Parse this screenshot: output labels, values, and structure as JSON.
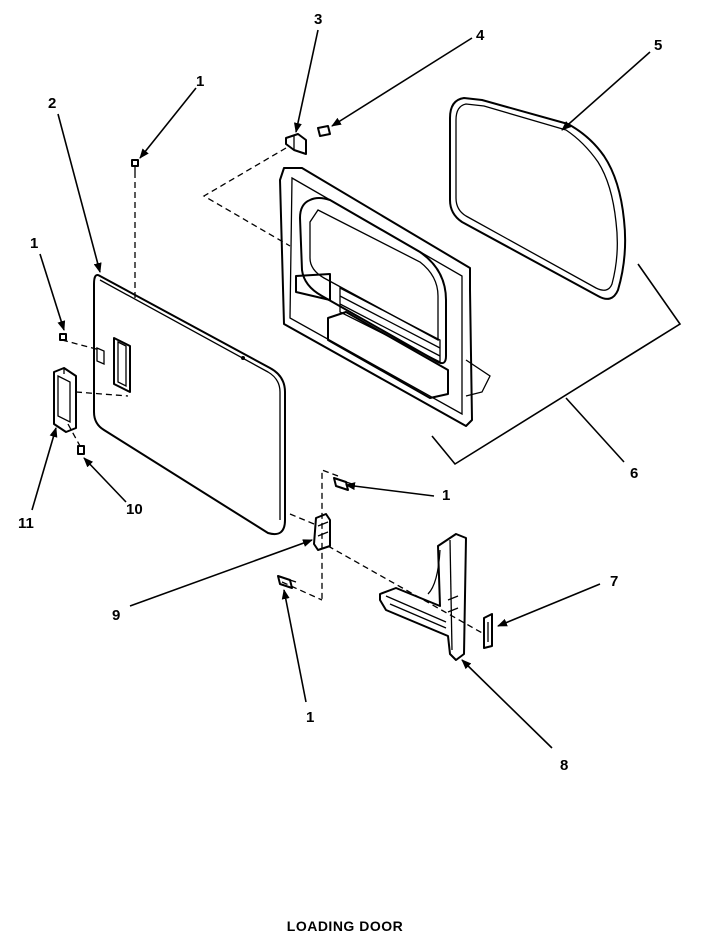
{
  "caption": "LOADING DOOR",
  "callouts": [
    "1",
    "2",
    "1",
    "3",
    "4",
    "5",
    "6",
    "1",
    "7",
    "8",
    "9",
    "1",
    "10",
    "11"
  ]
}
